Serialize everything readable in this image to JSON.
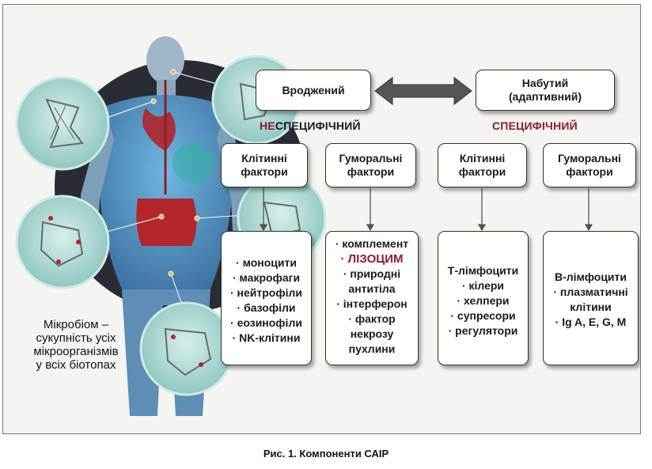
{
  "top": {
    "innate": "Вроджений",
    "acquired_line1": "Набутий",
    "acquired_line2": "(адаптивний)"
  },
  "categories": {
    "nonspecific_prefix": "НЕ",
    "nonspecific_rest": "СПЕЦИФІЧНИЙ",
    "specific": "СПЕЦИФІЧНИЙ"
  },
  "factors": {
    "cell_line1": "Клітинні",
    "cell_line2": "фактори",
    "humoral_line1": "Гуморальні",
    "humoral_line2": "фактори"
  },
  "lists": {
    "innate_cellular": [
      "· моноцити",
      "· макрофаги",
      "· нейтрофіли",
      "· базофіли",
      "· еозинофіли",
      "· NK-клітини"
    ],
    "innate_humoral_first": "· комплемент",
    "innate_humoral_highlight": "· ЛІЗОЦИМ",
    "innate_humoral_rest": [
      "· природні",
      "антитіла",
      "· інтерферон",
      "· фактор",
      "некрозу",
      "пухлини"
    ],
    "adaptive_cellular": [
      "Т-лімфоцити",
      "· кілери",
      "· хелпери",
      "· супресори",
      "· регулятори"
    ],
    "adaptive_humoral": [
      "В-лімфоцити",
      "· плазматичні",
      "клітини",
      "· Ig A, E, G, M"
    ]
  },
  "microbiome": [
    "Мікробіом –",
    "сукупність усіх",
    "мікроорганізмів",
    "у всіх біотопах"
  ],
  "caption": "Рис. 1. Компоненти САІР",
  "colors": {
    "accent_red": "#8e1c2b",
    "circle_fill": "#a9d6cf",
    "body_blue": "#4f8fc4",
    "organ_red": "#b3262c"
  }
}
